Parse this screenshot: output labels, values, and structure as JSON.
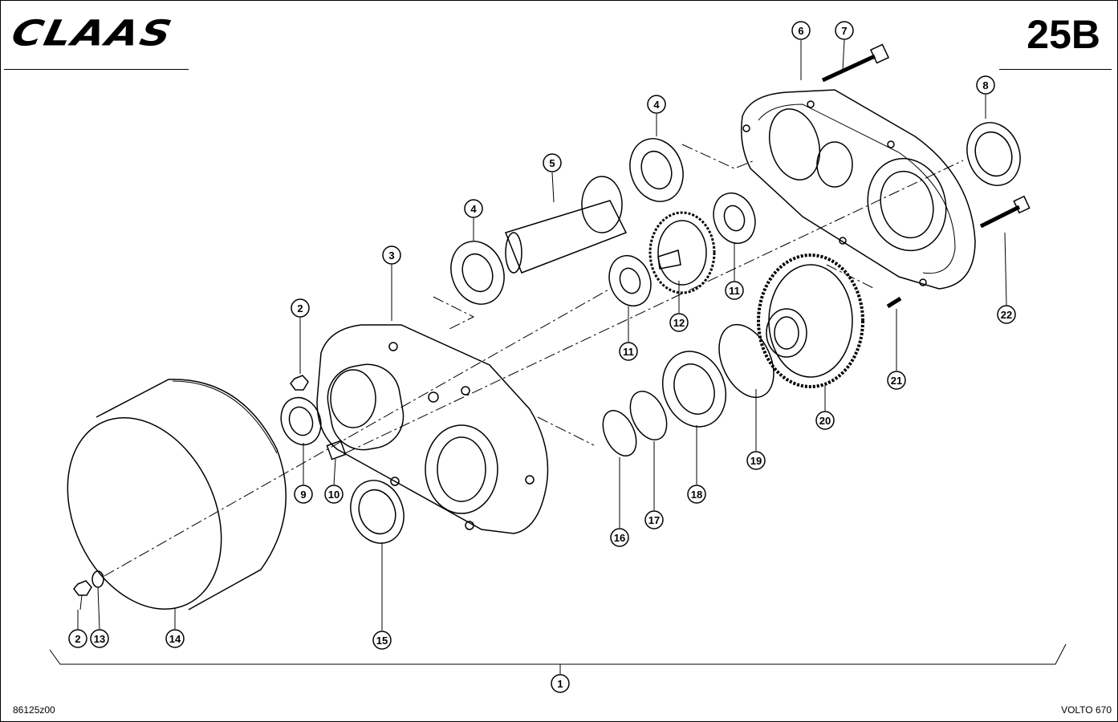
{
  "header": {
    "brand": "CLAAS",
    "page_number": "25B"
  },
  "footer": {
    "drawing_id": "86125z00",
    "model": "VOLTO 670"
  },
  "callouts": [
    {
      "id": "c1",
      "label": "1"
    },
    {
      "id": "c2a",
      "label": "2"
    },
    {
      "id": "c2b",
      "label": "2"
    },
    {
      "id": "c3",
      "label": "3"
    },
    {
      "id": "c4a",
      "label": "4"
    },
    {
      "id": "c4b",
      "label": "4"
    },
    {
      "id": "c5",
      "label": "5"
    },
    {
      "id": "c6",
      "label": "6"
    },
    {
      "id": "c7",
      "label": "7"
    },
    {
      "id": "c8",
      "label": "8"
    },
    {
      "id": "c9",
      "label": "9"
    },
    {
      "id": "c10",
      "label": "10"
    },
    {
      "id": "c11a",
      "label": "11"
    },
    {
      "id": "c11b",
      "label": "11"
    },
    {
      "id": "c12",
      "label": "12"
    },
    {
      "id": "c13",
      "label": "13"
    },
    {
      "id": "c14",
      "label": "14"
    },
    {
      "id": "c15",
      "label": "15"
    },
    {
      "id": "c16",
      "label": "16"
    },
    {
      "id": "c17",
      "label": "17"
    },
    {
      "id": "c18",
      "label": "18"
    },
    {
      "id": "c19",
      "label": "19"
    },
    {
      "id": "c20",
      "label": "20"
    },
    {
      "id": "c21",
      "label": "21"
    },
    {
      "id": "c22",
      "label": "22"
    }
  ]
}
